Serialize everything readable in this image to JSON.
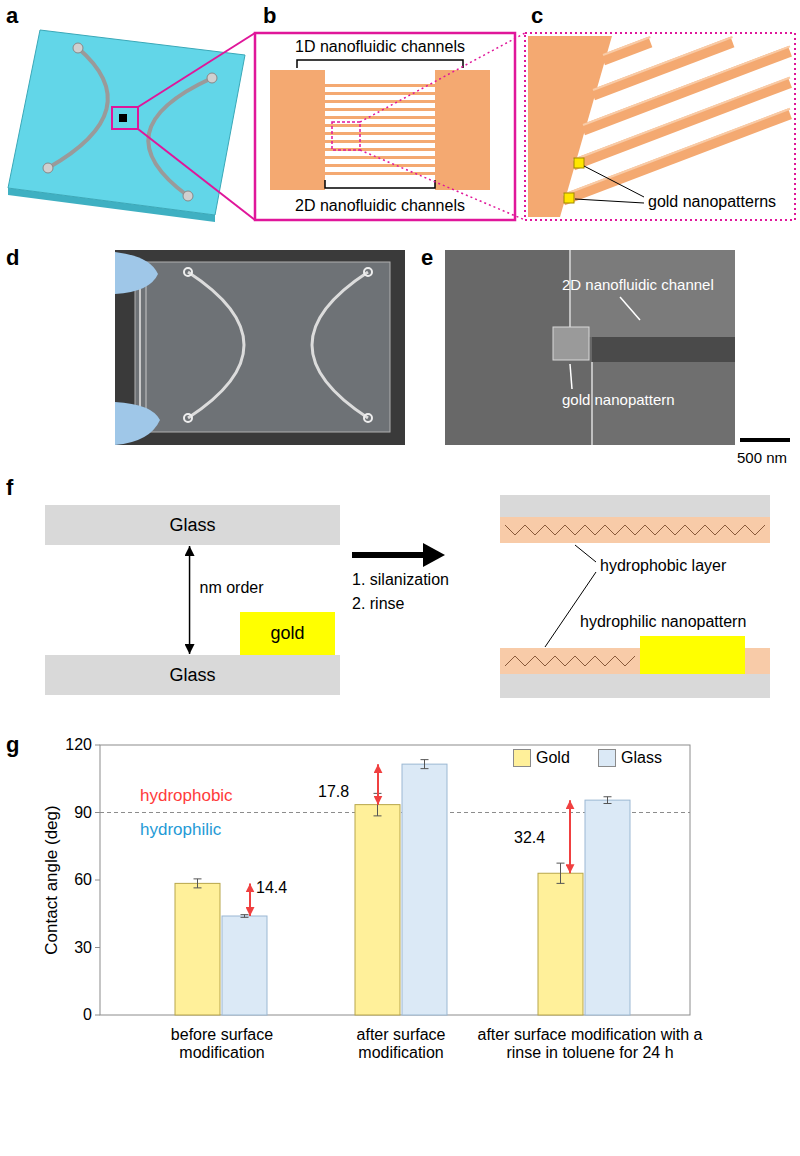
{
  "diagram": {
    "nodes": [
      {
        "text": [
          "Glass"
        ]
      },
      {
        "text": [
          "Glass"
        ]
      },
      {
        "text": [
          "gold"
        ]
      }
    ],
    "edges": [
      {
        "from": 0,
        "to": 1,
        "arrow": "both",
        "label": "nm order"
      }
    ],
    "labels": [
      "a",
      "b",
      "c",
      "1D nanofluidic channels",
      "2D nanofluidic channels",
      "gold nanopatterns",
      "d",
      "e",
      "2D nanofluidic channel",
      "gold nanopattern",
      "500 nm",
      "f",
      "1. silanization",
      "2. rinse",
      "hydrophobic layer",
      "hydrophilic nanopattern",
      "g",
      "120",
      "90",
      "60",
      "30",
      "0",
      "Contact angle (deg)",
      "hydrophobic",
      "hydrophilic",
      "14.4",
      "17.8",
      "32.4",
      "before surface modification",
      "after surface modification",
      "after surface modification with a rinse in toluene for 24 h"
    ],
    "legend": [
      {
        "text": "Gold",
        "color": "#fff09a"
      },
      {
        "text": "Glass",
        "color": "#dbe9f6"
      }
    ]
  }
}
